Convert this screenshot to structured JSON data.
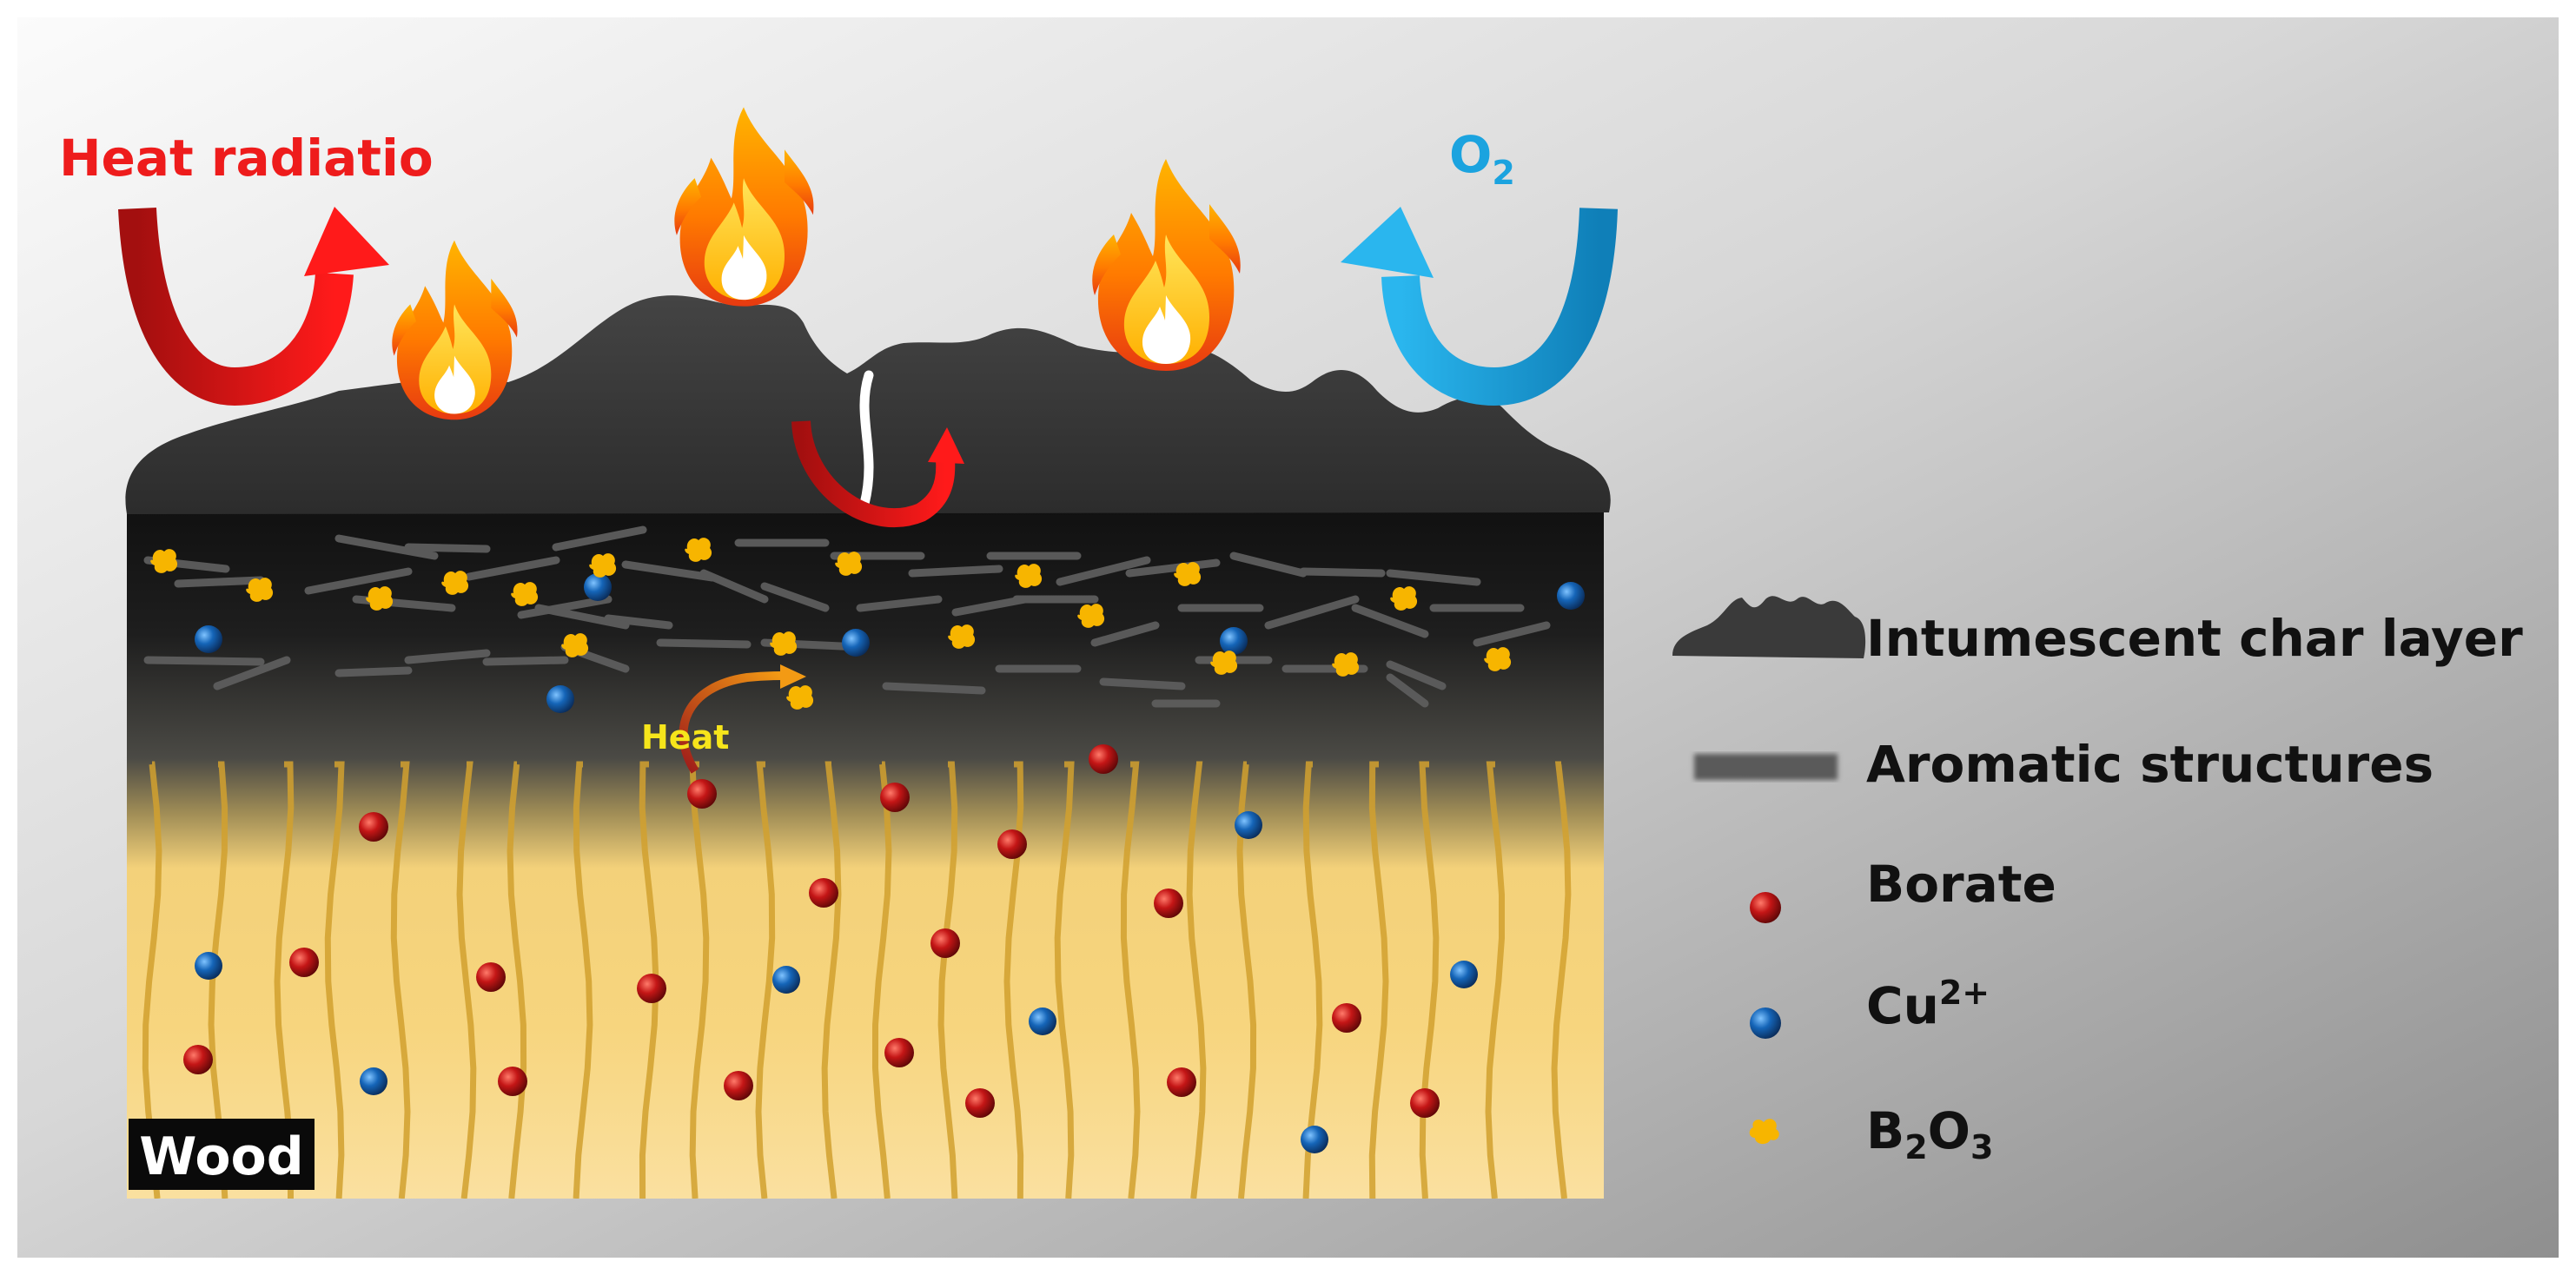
{
  "labels": {
    "heat_radiation": "Heat radiatio",
    "oxygen_main": "O",
    "oxygen_sub": "2",
    "heat": "Heat",
    "wood": "Wood"
  },
  "legend": {
    "char_layer": "Intumescent char layer",
    "aromatic": "Aromatic structures",
    "borate": "Borate",
    "cu_main": "Cu",
    "cu_sup": "2+",
    "b2o3_b": "B",
    "b2o3_2": "2",
    "b2o3_o": "O",
    "b2o3_3": "3"
  },
  "colors": {
    "background_gradient": [
      "#f7f7f7",
      "#9a9a9a"
    ],
    "char": "#3a3a3a",
    "wood": "#f6d37a",
    "wood_grain": "#d9a935",
    "borate": "#c41616",
    "copper_ion": "#1565b8",
    "boron_oxide": "#f7b500",
    "heat_arrow": "#e2141a",
    "oxygen_arrow": "#1ba3df",
    "aromatic": "#5c5c5c"
  },
  "icons": [
    "flame-icon",
    "heat-radiation-arrow-icon",
    "oxygen-arrow-icon",
    "heat-arrow-icon",
    "char-layer-icon",
    "aromatic-bar-icon",
    "borate-sphere-icon",
    "copper-sphere-icon",
    "boron-oxide-dot-icon"
  ]
}
